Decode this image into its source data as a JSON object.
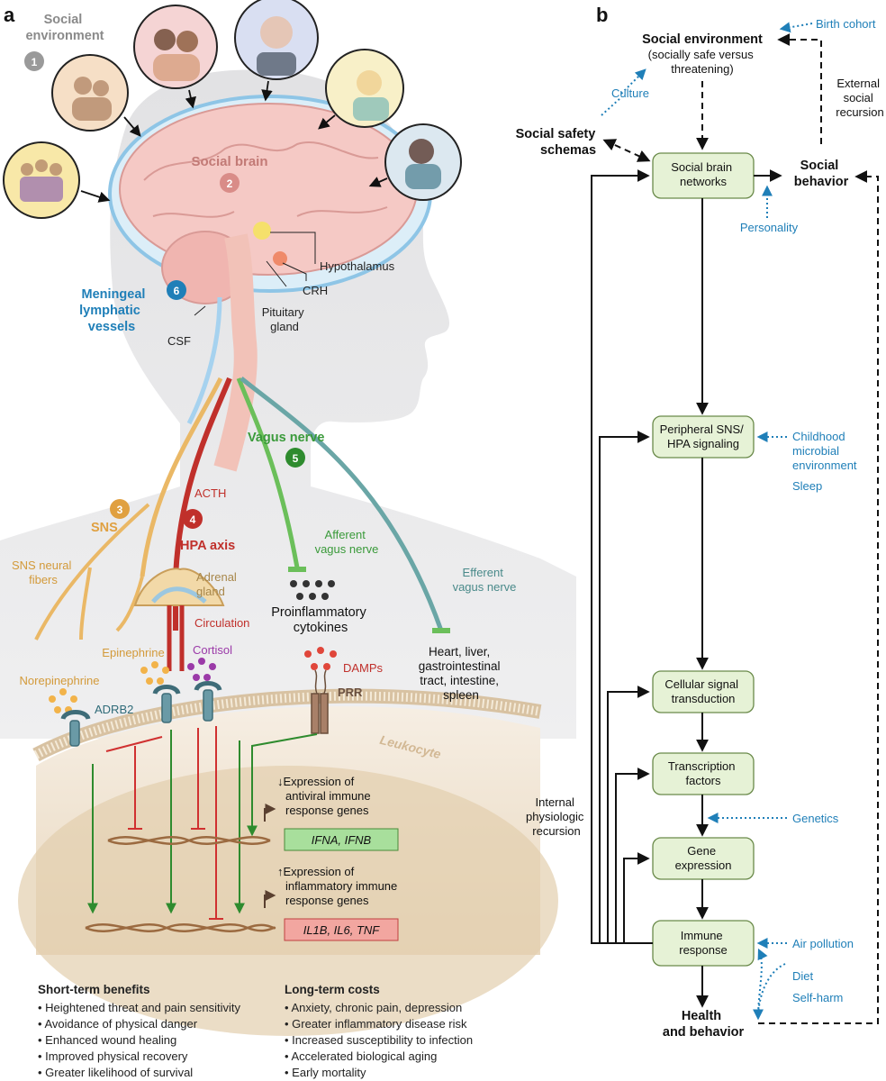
{
  "panel_a": {
    "label": "a",
    "social_environment": [
      "Social",
      "environment"
    ],
    "num1": "1",
    "social_brain": "Social brain",
    "num2": "2",
    "hypothalamus": "Hypothalamus",
    "crh": "CRH",
    "pituitary": [
      "Pituitary",
      "gland"
    ],
    "meningeal": [
      "Meningeal",
      "lymphatic",
      "vessels"
    ],
    "num6": "6",
    "csf": "CSF",
    "vagus_nerve": "Vagus nerve",
    "num5": "5",
    "num3": "3",
    "sns": "SNS",
    "acth": "ACTH",
    "num4": "4",
    "hpa_axis": "HPA axis",
    "sns_fibers": [
      "SNS neural",
      "fibers"
    ],
    "adrenal": [
      "Adrenal",
      "gland"
    ],
    "circulation": "Circulation",
    "afferent": [
      "Afferent",
      "vagus nerve"
    ],
    "efferent": [
      "Efferent",
      "vagus nerve"
    ],
    "cytokines": [
      "Proinflammatory",
      "cytokines"
    ],
    "organs": [
      "Heart, liver,",
      "gastrointestinal",
      "tract, intestine,",
      "spleen"
    ],
    "epinephrine": "Epinephrine",
    "cortisol": "Cortisol",
    "norepinephrine": "Norepinephrine",
    "damps": "DAMPs",
    "prr": "PRR",
    "adrb2": "ADRB2",
    "leukocyte": "Leukocyte",
    "antiviral": [
      "↓Expression of",
      "antiviral immune",
      "response genes"
    ],
    "ifn_genes": "IFNA, IFNB",
    "inflammatory": [
      "↑Expression of",
      "inflammatory immune",
      "response genes"
    ],
    "inflam_genes": "IL1B, IL6, TNF",
    "benefits_title": "Short-term benefits",
    "benefits": [
      "Heightened threat and pain sensitivity",
      "Avoidance of physical danger",
      "Enhanced wound healing",
      "Improved physical recovery",
      "Greater likelihood of survival"
    ],
    "costs_title": "Long-term costs",
    "costs": [
      "Anxiety, chronic pain, depression",
      "Greater inflammatory disease risk",
      "Increased susceptibility to infection",
      "Accelerated biological aging",
      "Early mortality"
    ]
  },
  "panel_b": {
    "label": "b",
    "social_environment": "Social environment",
    "social_env_sub": [
      "(socially safe versus",
      "threatening)"
    ],
    "birth_cohort": "Birth cohort",
    "external": [
      "External",
      "social",
      "recursion"
    ],
    "culture": "Culture",
    "social_safety": [
      "Social safety",
      "schemas"
    ],
    "social_brain_box": [
      "Social brain",
      "networks"
    ],
    "social_behavior": [
      "Social",
      "behavior"
    ],
    "personality": "Personality",
    "peripheral_box": [
      "Peripheral SNS/",
      "HPA signaling"
    ],
    "childhood": [
      "Childhood",
      "microbial",
      "environment"
    ],
    "sleep": "Sleep",
    "cellular_box": [
      "Cellular signal",
      "transduction"
    ],
    "transcription_box": [
      "Transcription",
      "factors"
    ],
    "internal": [
      "Internal",
      "physiologic",
      "recursion"
    ],
    "genetics": "Genetics",
    "gene_box": [
      "Gene",
      "expression"
    ],
    "immune_box": [
      "Immune",
      "response"
    ],
    "air_pollution": "Air pollution",
    "diet": "Diet",
    "self_harm": "Self-harm",
    "health": [
      "Health",
      "and behavior"
    ]
  },
  "colors": {
    "box_fill": "#e6f2d6",
    "box_stroke": "#6a8a4a",
    "blue_modifier": "#1f7fb8",
    "sns_orange": "#e0a040",
    "hpa_red": "#c0302b",
    "vagus_green": "#3a9a3a",
    "vagus_teal": "#4a8a8a",
    "brain_pink": "#f2b8b8",
    "head_gray": "#e4e4e6"
  }
}
